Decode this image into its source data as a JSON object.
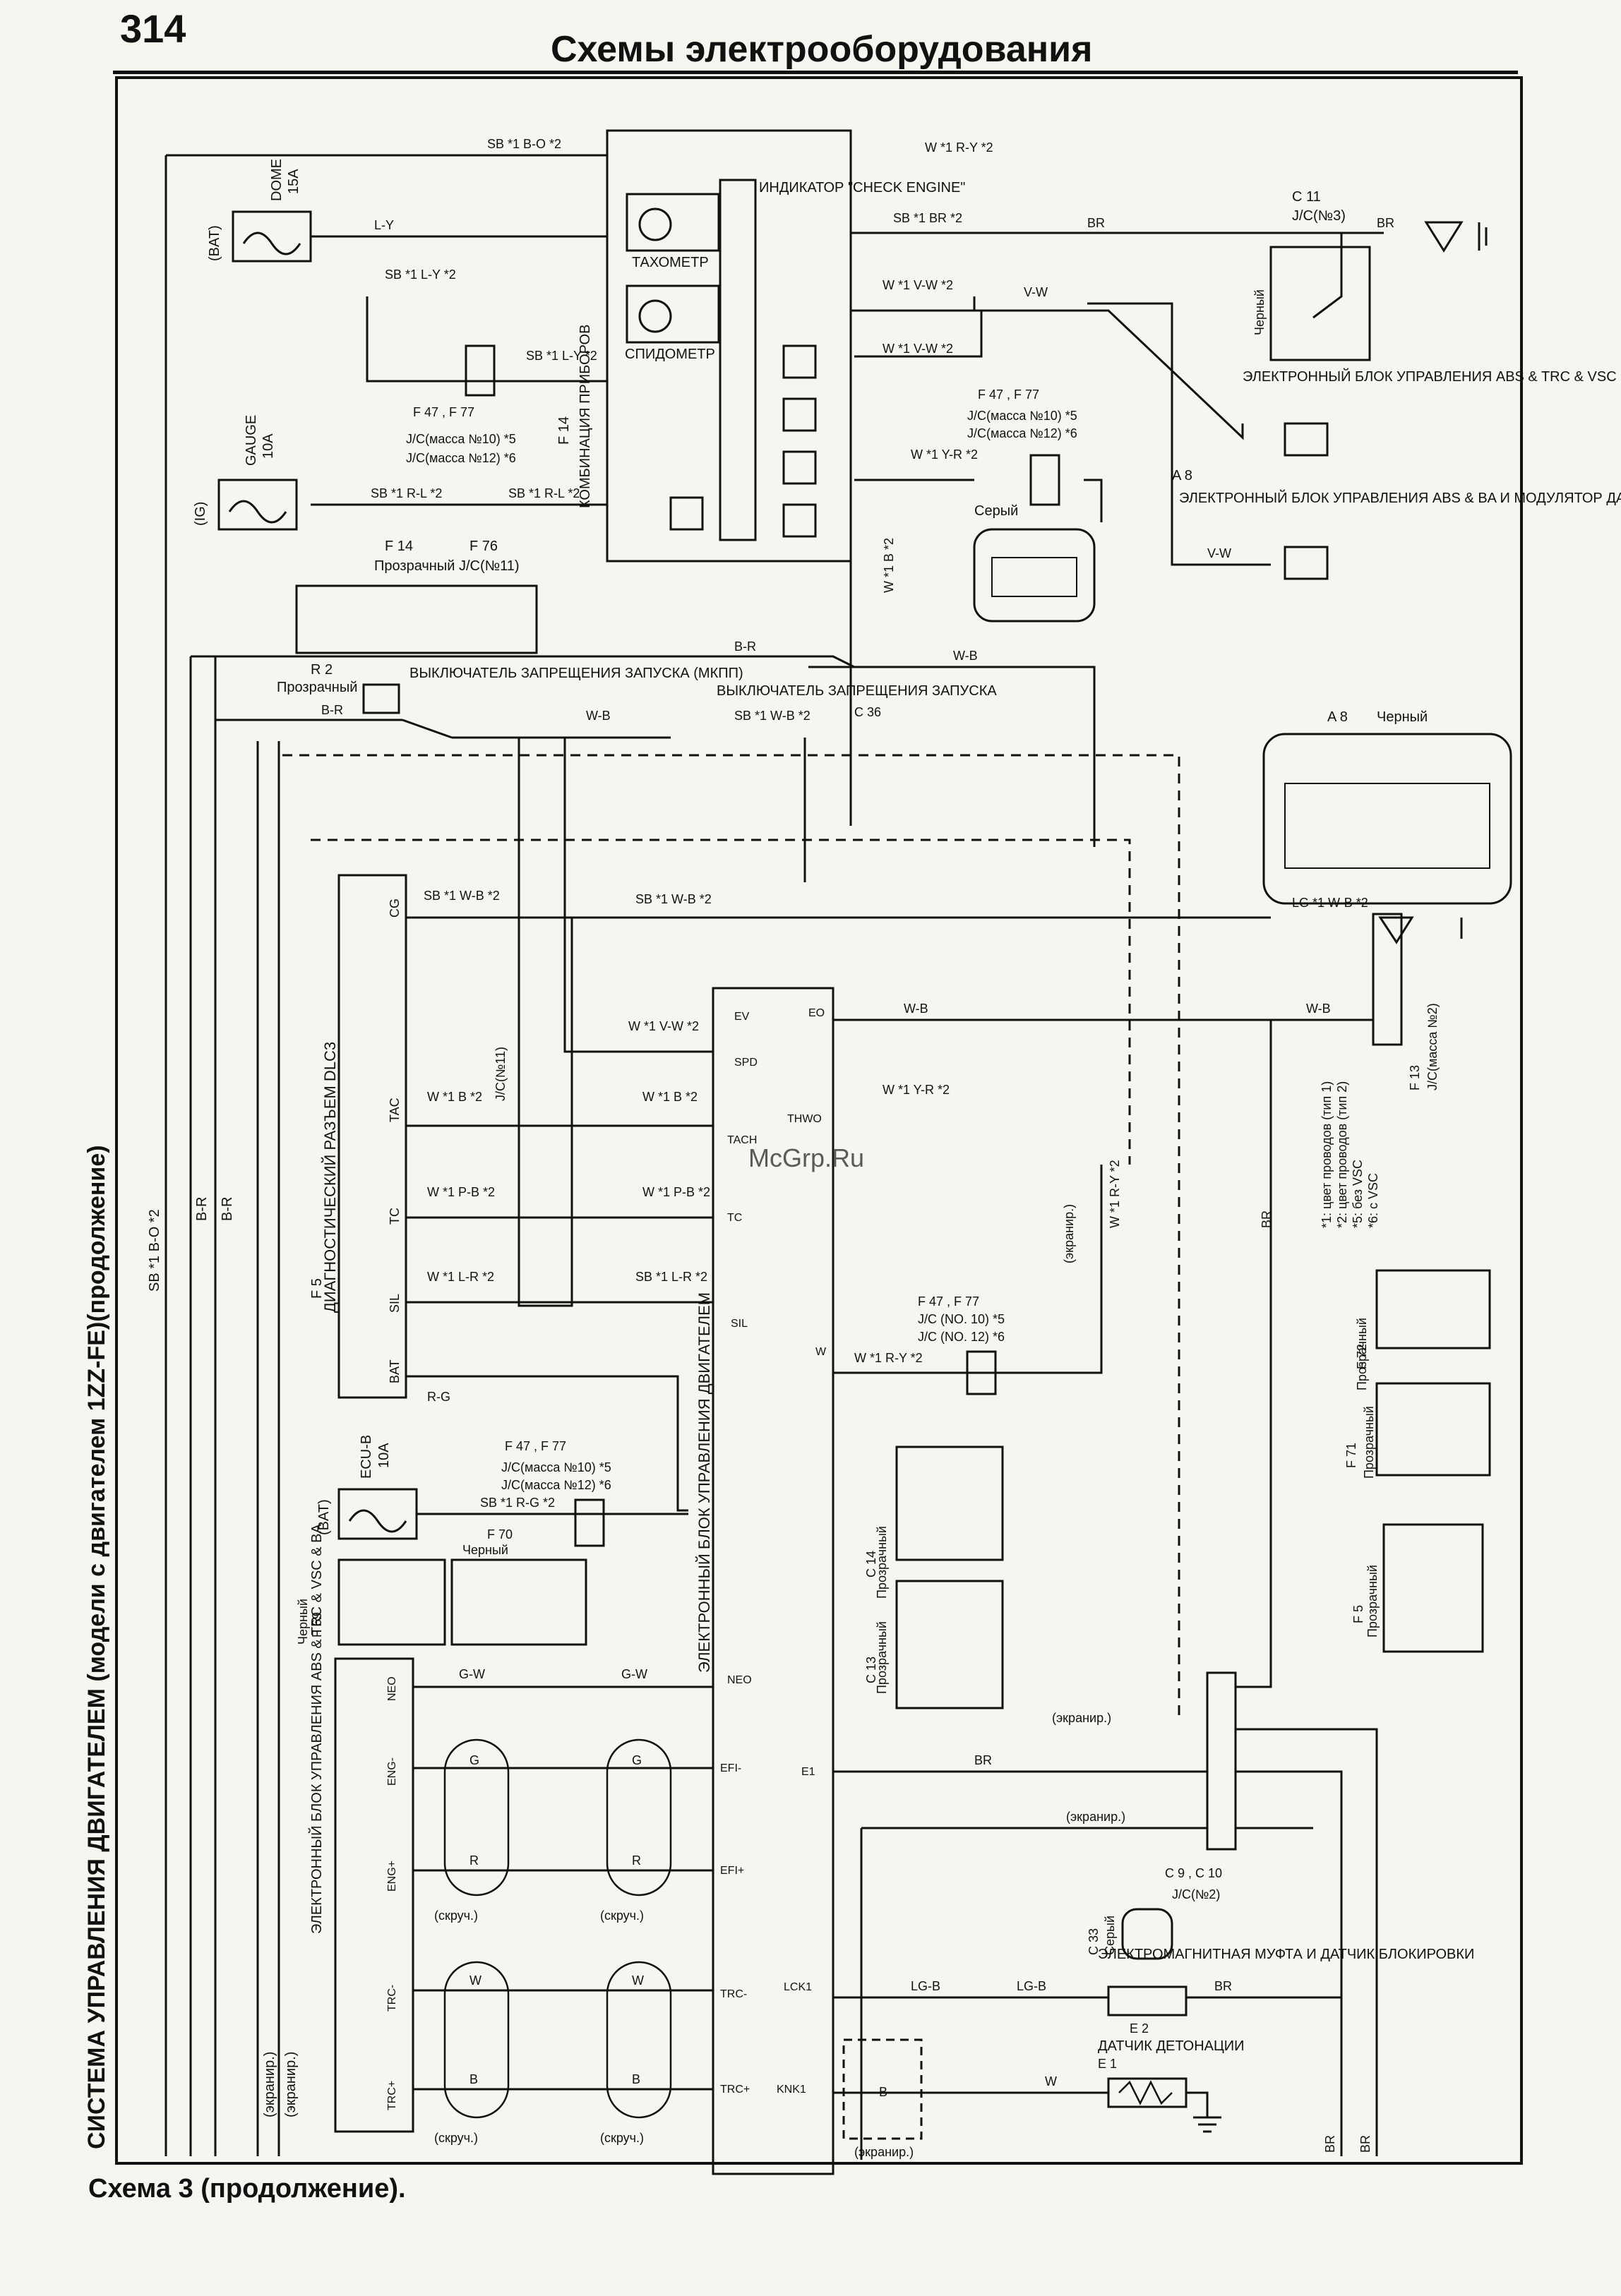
{
  "header": {
    "page_number": "314",
    "title": "Схемы электрооборудования"
  },
  "side_title": "СИСТЕМА УПРАВЛЕНИЯ ДВИГАТЕЛЕМ (модели с двигателем 1ZZ-FE)(продолжение)",
  "caption": "Схема 3 (продолжение).",
  "watermark": "McGrp.Ru",
  "fuses": {
    "dome": {
      "name": "DOME",
      "rating": "15A",
      "source": "(BAT)"
    },
    "gauge": {
      "name": "GAUGE",
      "rating": "10A",
      "source": "(IG)"
    },
    "ecub": {
      "name": "ECU-B",
      "rating": "10A",
      "source": "(BAT)"
    }
  },
  "components": {
    "combination_meter": {
      "code": "F 14",
      "name": "КОМБИНАЦИЯ ПРИБОРОВ"
    },
    "check_engine": "ИНДИКАТОР \"CHECK ENGINE\"",
    "tachometer": "ТАХОМЕТР",
    "speedometer": "СПИДОМЕТР",
    "abs_ecu": "ЭЛЕКТРОННЫЙ БЛОК УПРАВЛЕНИЯ ABS & TRC & VSC & BA",
    "abs_ecu2": "ЭЛЕКТРОННЫЙ БЛОК УПРАВЛЕНИЯ ABS & BA И МОДУЛЯТОР ДАВЛЕНИЯ",
    "abs_ecu2_code": "A 8",
    "start_switch_mt": "ВЫКЛЮЧАТЕЛЬ ЗАПРЕЩЕНИЯ ЗАПУСКА (МКПП)",
    "start_switch_mt_code": "R 2",
    "start_switch_at": "ВЫКЛЮЧАТЕЛЬ ЗАПРЕЩЕНИЯ ЗАПУСКА",
    "start_switch_at_code": "C 36",
    "dlc3": "ДИАГНОСТИЧЕСКИЙ РАЗЪЕМ DLC3",
    "dlc3_code": "F 5",
    "engine_ecu": "ЭЛЕКТРОННЫЙ БЛОК УПРАВЛЕНИЯ ДВИГАТЕЛЕМ",
    "abs_ecu_lower": "ЭЛЕКТРОННЫЙ БЛОК УПРАВЛЕНИЯ ABS & TRC & VSC & BA",
    "abs_ecu_lower_code": "F 69",
    "clutch": "ЭЛЕКТРОМАГНИТНАЯ МУФТА И ДАТЧИК БЛОКИРОВКИ",
    "clutch_code": "E 2",
    "knock": "ДАТЧИК ДЕТОНАЦИИ",
    "knock_code": "E 1",
    "jc3": "J/C(№3)",
    "jc3_code": "C 11",
    "jc11": "J/C(№11)",
    "jc11_code": "F 76",
    "jc2_upper": "J/C(масса №2)",
    "jc2_upper_code": "F 13",
    "jc2_lower": "J/C(№2)",
    "jc2_lower_codes": "C 9 , C 10"
  },
  "connectors": [
    {
      "code": "F 14",
      "color": "Прозрачный"
    },
    {
      "code": "R 2",
      "color": "Прозрачный"
    },
    {
      "code": "C 36",
      "color": "Серый"
    },
    {
      "code": "F 69",
      "color": "Черный"
    },
    {
      "code": "A 8",
      "color": "Черный"
    },
    {
      "code": "F 70",
      "color": "Черный"
    },
    {
      "code": "F 72",
      "color": "Прозрачный"
    },
    {
      "code": "F 71",
      "color": "Прозрачный"
    },
    {
      "code": "F 5",
      "color": "Прозрачный"
    },
    {
      "code": "C 14",
      "color": "Прозрачный"
    },
    {
      "code": "C 13",
      "color": "Прозрачный"
    },
    {
      "code": "C 33",
      "color": "Серый"
    }
  ],
  "junctions": {
    "jc_mass_a": "F 47 , F 77",
    "jc_mass_b1": "J/C(масса №10) *5",
    "jc_mass_b2": "J/C(масса №12) *6",
    "jc_mid_a": "F 47 , F 77",
    "jc_mid_b1": "J/C (NO. 10) *5",
    "jc_mid_b2": "J/C (NO. 12) *6"
  },
  "notes": [
    "*1: цвет проводов (тип 1)",
    "*2: цвет проводов (тип 2)",
    "*5: без VSC",
    "*6: с VSC"
  ],
  "wire_labels": {
    "sb_bo": "SB *1  B-O *2",
    "sb_ly": "SB *1  L-Y *2",
    "ly": "L-Y",
    "sb_rl": "SB *1  R-L *2",
    "w_ry": "W *1  R-Y *2",
    "sb_br": "SB *1  BR *2",
    "br": "BR",
    "w_vw": "W *1  V-W *2",
    "vw": "V-W",
    "w_yr": "W *1  Y-R *2",
    "w_b": "W *1  B *2",
    "br2": "B-R",
    "wb": "W-B",
    "sb_wb": "SB *1  W-B *2",
    "lg_wb": "LG *1  W-B *2",
    "w_b_tac": "W *1  B *2",
    "w_pb": "W *1  P-B *2",
    "w_lr": "W *1  L-R *2",
    "sb_lr": "SB *1  L-R *2",
    "r_g": "R-G",
    "sb_rg": "SB *1  R-G *2",
    "gw": "G-W",
    "g": "G",
    "r": "R",
    "w": "W",
    "b": "B",
    "lgb": "LG-B",
    "shield": "(экранир.)",
    "twist": "(скруч.)",
    "w_ry2": "W *1  R-Y *2"
  },
  "ecu_pins": {
    "engine": [
      "EV",
      "SPD",
      "THWO",
      "TACH",
      "TC",
      "SIL",
      "NEO",
      "EFI-",
      "EFI+",
      "E1",
      "TRC-",
      "TRC+",
      "EO",
      "W",
      "LCK1",
      "KNK1"
    ],
    "abs": [
      "NEO",
      "ENG-",
      "ENG+",
      "TRC-",
      "TRC+"
    ],
    "dlc3": [
      "CG",
      "TAC",
      "TC",
      "SIL",
      "BAT"
    ]
  },
  "left_bus": [
    "SB *1  B-O *2",
    "B-R",
    "B-R",
    "(экранир.)",
    "(экранир.)"
  ],
  "right_bus": [
    "BR",
    "BR"
  ]
}
